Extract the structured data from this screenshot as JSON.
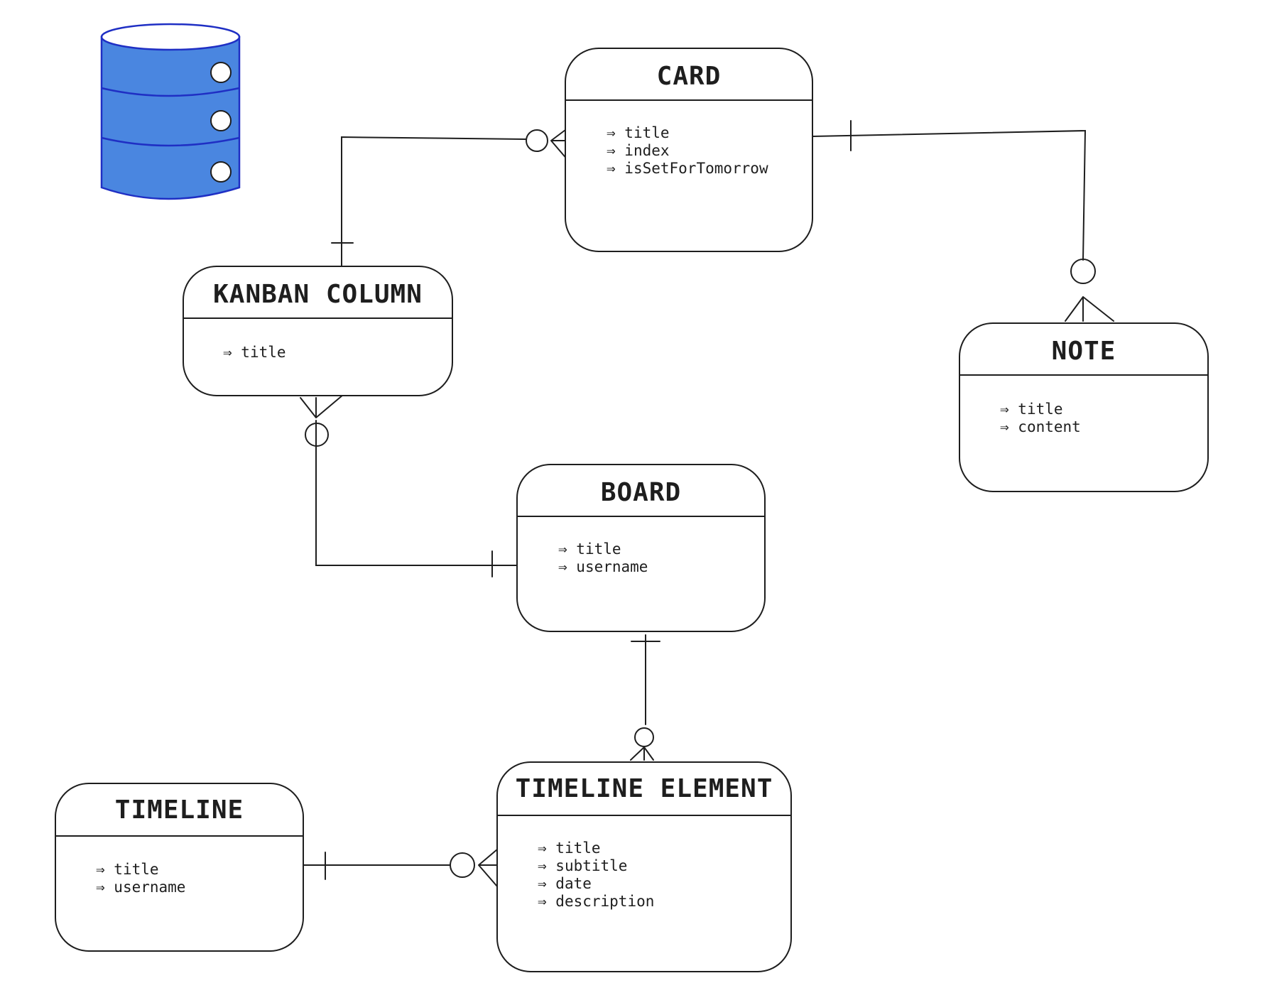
{
  "colors": {
    "ink": "#1e1e1e",
    "database_fill": "#4a86e0",
    "database_stroke": "#1f2fc4",
    "background": "#ffffff"
  },
  "database": {
    "icon": "database-icon"
  },
  "entities": {
    "card": {
      "title": "CARD",
      "attributes": [
        "title",
        "index",
        "isSetForTomorrow"
      ]
    },
    "kanban_column": {
      "title": "KANBAN COLUMN",
      "attributes": [
        "title"
      ]
    },
    "note": {
      "title": "NOTE",
      "attributes": [
        "title",
        "content"
      ]
    },
    "board": {
      "title": "BOARD",
      "attributes": [
        "title",
        "username"
      ]
    },
    "timeline_element": {
      "title": "TIMELINE ELEMENT",
      "attributes": [
        "title",
        "subtitle",
        "date",
        "description"
      ]
    },
    "timeline": {
      "title": "TIMELINE",
      "attributes": [
        "title",
        "username"
      ]
    }
  },
  "relationships": [
    {
      "from": "kanban_column",
      "from_end": "one",
      "to": "card",
      "to_end": "zero-or-many"
    },
    {
      "from": "card",
      "from_end": "one",
      "to": "note",
      "to_end": "zero-or-many"
    },
    {
      "from": "board",
      "from_end": "one",
      "to": "kanban_column",
      "to_end": "zero-or-many"
    },
    {
      "from": "board",
      "from_end": "one",
      "to": "timeline_element",
      "to_end": "zero-or-many"
    },
    {
      "from": "timeline",
      "from_end": "one",
      "to": "timeline_element",
      "to_end": "zero-or-many"
    }
  ]
}
